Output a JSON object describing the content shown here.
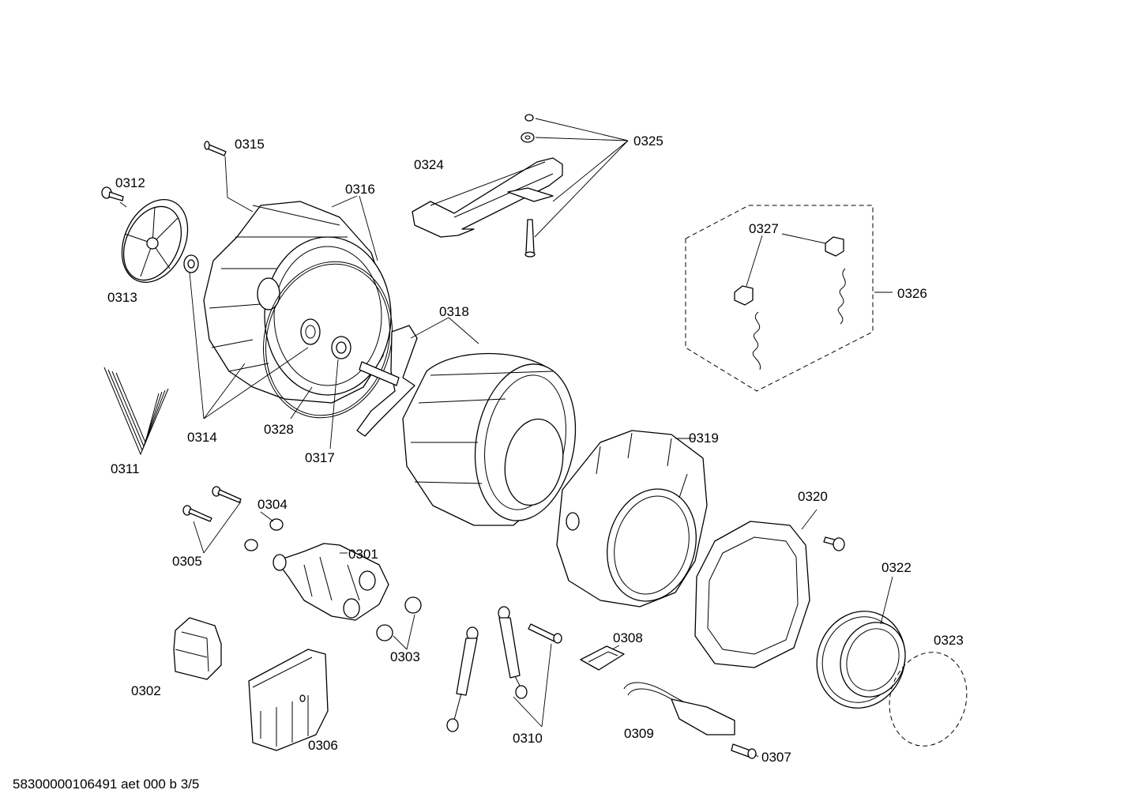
{
  "footer": "58300000106491 aet 000 b 3/5",
  "labels": {
    "p0301": "0301",
    "p0302": "0302",
    "p0303": "0303",
    "p0304": "0304",
    "p0305": "0305",
    "p0306": "0306",
    "p0307": "0307",
    "p0308": "0308",
    "p0309": "0309",
    "p0310": "0310",
    "p0311": "0311",
    "p0312": "0312",
    "p0313": "0313",
    "p0314": "0314",
    "p0315": "0315",
    "p0316": "0316",
    "p0317": "0317",
    "p0318": "0318",
    "p0319": "0319",
    "p0320": "0320",
    "p0322": "0322",
    "p0323": "0323",
    "p0324": "0324",
    "p0325": "0325",
    "p0326": "0326",
    "p0327": "0327",
    "p0328": "0328"
  }
}
